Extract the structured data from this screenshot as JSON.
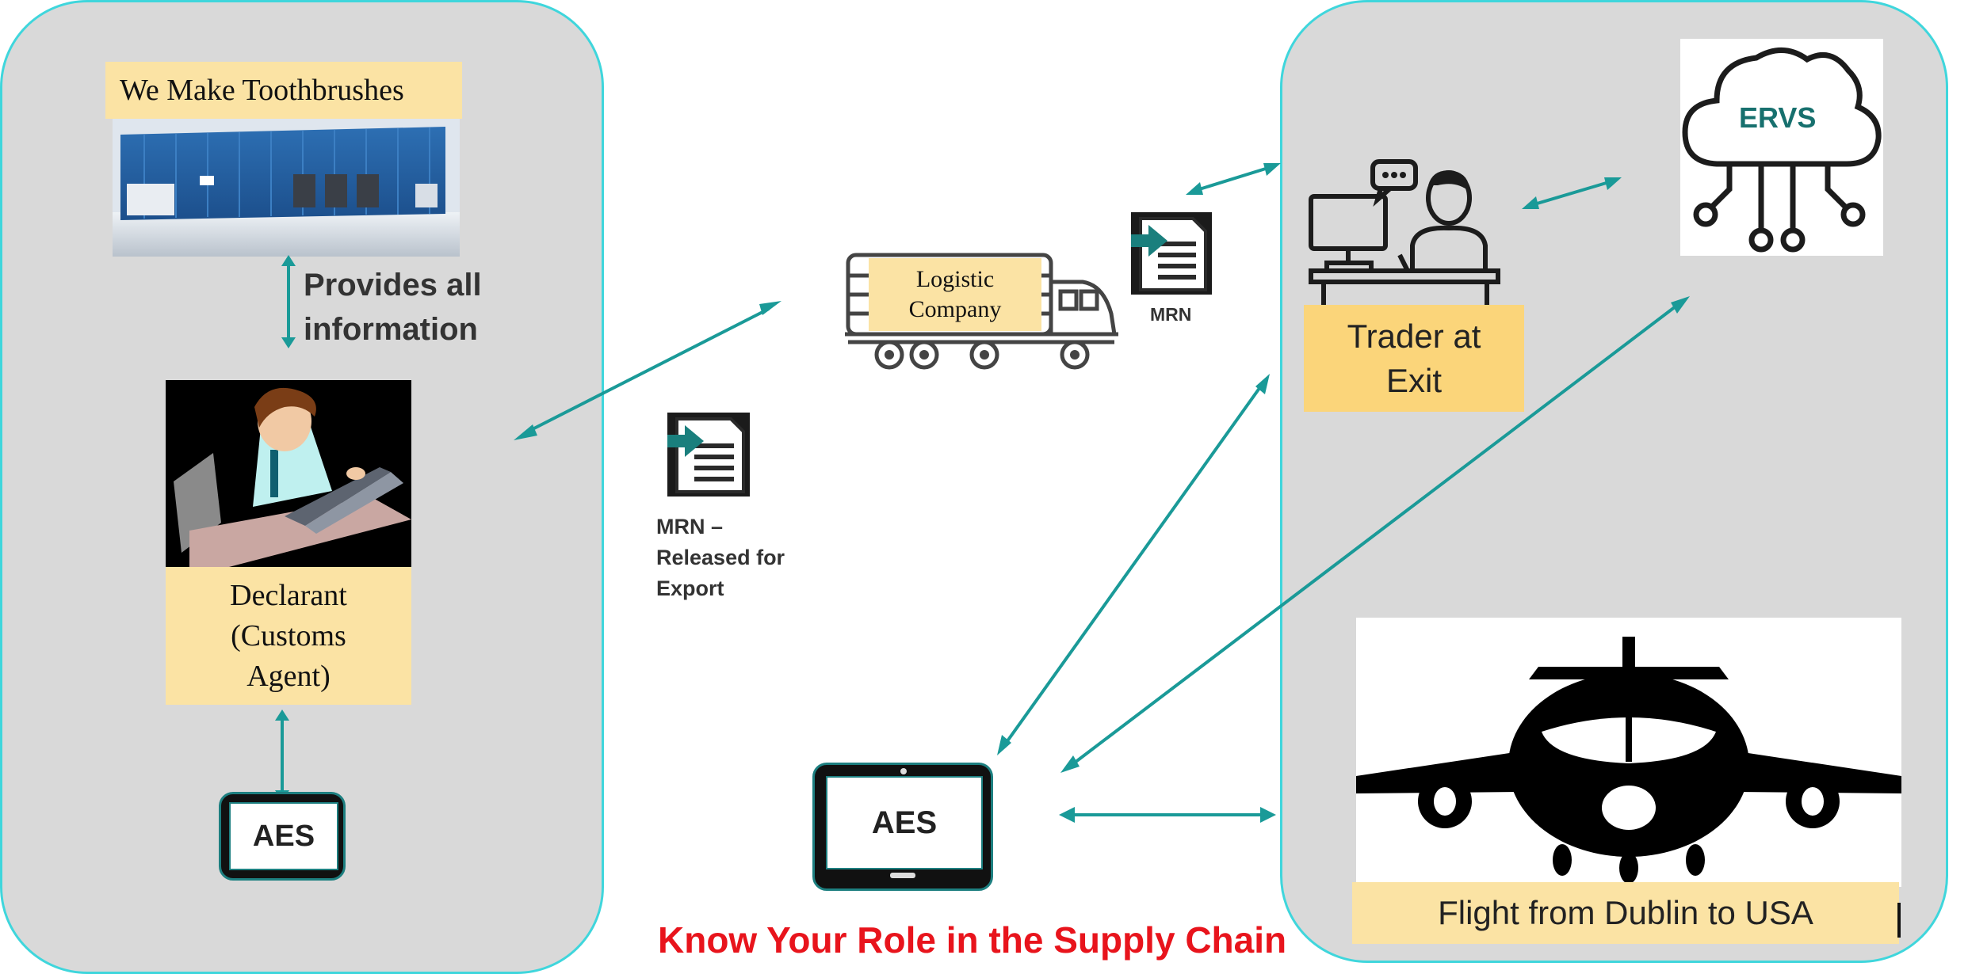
{
  "factory": {
    "label": "We Make Toothbrushes"
  },
  "provides_text": {
    "line1": "Provides all",
    "line2": "information"
  },
  "declarant": {
    "line1": "Declarant",
    "line2": "(Customs",
    "line3": "Agent)"
  },
  "aes_left": {
    "label": "AES"
  },
  "aes_center": {
    "label": "AES"
  },
  "logistic": {
    "line1": "Logistic",
    "line2": "Company"
  },
  "mrn_top": {
    "label": "MRN"
  },
  "mrn_released": {
    "line1": "MRN –",
    "line2": "Released for",
    "line3": "Export"
  },
  "trader": {
    "line1": "Trader at",
    "line2": "Exit"
  },
  "ervs": {
    "label": "ERVS"
  },
  "flight": {
    "label": "Flight from Dublin to USA"
  },
  "footer": {
    "title": "Know Your Role in the Supply Chain"
  },
  "colors": {
    "accent": "#1a9a98",
    "panel_border": "#3fd6dc",
    "panel_bg": "#d9d9d9",
    "label_bg": "#fbe3a4",
    "title_red": "#e8141c"
  },
  "icons": [
    "warehouse-image",
    "agent-illustration",
    "truck-icon",
    "document-arrow-icon",
    "trader-desk-icon",
    "cloud-circuit-icon",
    "airplane-icon",
    "tablet-icon"
  ]
}
